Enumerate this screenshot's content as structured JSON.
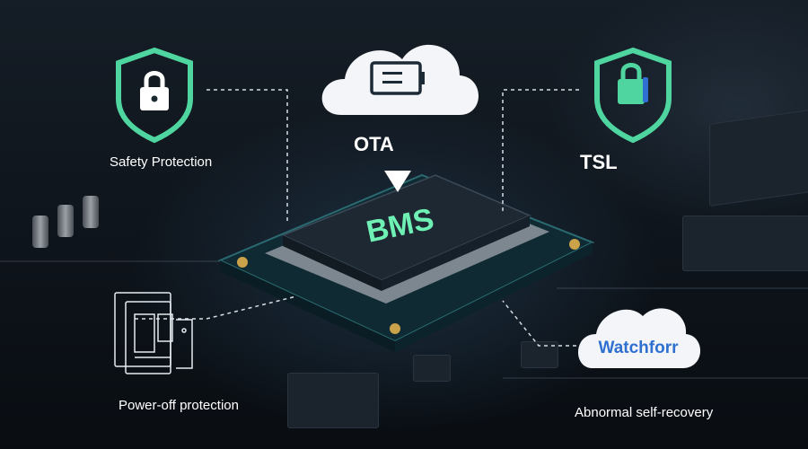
{
  "labels": {
    "safety": "Safety Protection",
    "ota": "OTA",
    "tsl": "TSL",
    "power_off": "Power-off protection",
    "abnormal": "Abnormal self-recovery",
    "chip": "BMS",
    "watchdog_badge": "Watchforr"
  },
  "colors": {
    "shield_green": "#4fd6a0",
    "chip_text": "#6ff0b4",
    "badge_blue": "#2f6fd0",
    "cloud": "#f3f5f8"
  },
  "icons": [
    "shield-lock-icon",
    "cloud-battery-icon",
    "shield-battery-icon",
    "circuit-board-icon",
    "watchdog-cloud-icon"
  ]
}
